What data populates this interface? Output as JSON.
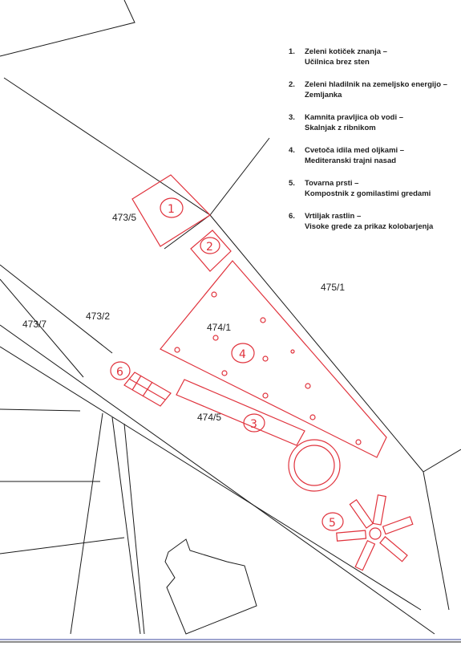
{
  "parcels": [
    "473/5",
    "475/1",
    "473/7",
    "473/2",
    "474/1",
    "474/5"
  ],
  "markers": [
    "1",
    "2",
    "3",
    "4",
    "5",
    "6"
  ],
  "legend": [
    {
      "num": "1.",
      "line1": "Zeleni kotiček znanja –",
      "line2": "Učilnica brez sten"
    },
    {
      "num": "2.",
      "line1": "Zeleni hladilnik na zemeljsko energijo –",
      "line2": "Zemljanka"
    },
    {
      "num": "3.",
      "line1": "Kamnita pravljica ob vodi –",
      "line2": "Skalnjak z ribnikom"
    },
    {
      "num": "4.",
      "line1": "Cvetoča idila med oljkami –",
      "line2": "Mediteranski trajni nasad"
    },
    {
      "num": "5.",
      "line1": "Tovarna prsti –",
      "line2": "Kompostnik z gomilastimi gredami"
    },
    {
      "num": "6.",
      "line1": "Vrtiljak rastlin –",
      "line2": "Visoke grede za prikaz kolobarjenja"
    }
  ],
  "colors": {
    "parcel_lines": "#1a1a1a",
    "sketch": "#e0323c",
    "bottom_rule": "#3c4aa0"
  }
}
